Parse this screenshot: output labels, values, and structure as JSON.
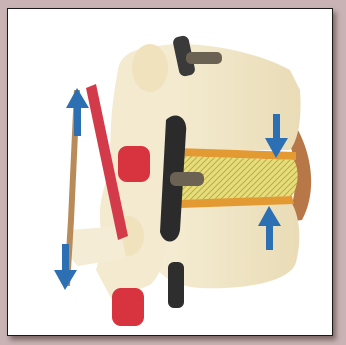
{
  "image": {
    "subject": "spine-model-icon",
    "colors": {
      "background": "#c9b3b4",
      "frame": "#ffffff",
      "bone": "#f1e6c6",
      "disc": "#e6de78",
      "ligament": "#d23a48",
      "arrow": "#2d6fb3",
      "rod": "#2d2d2d"
    },
    "arrows": [
      {
        "name": "up-arrow-left",
        "direction": "up"
      },
      {
        "name": "down-arrow-left",
        "direction": "down"
      },
      {
        "name": "down-arrow-right",
        "direction": "down"
      },
      {
        "name": "up-arrow-right",
        "direction": "up"
      }
    ]
  }
}
